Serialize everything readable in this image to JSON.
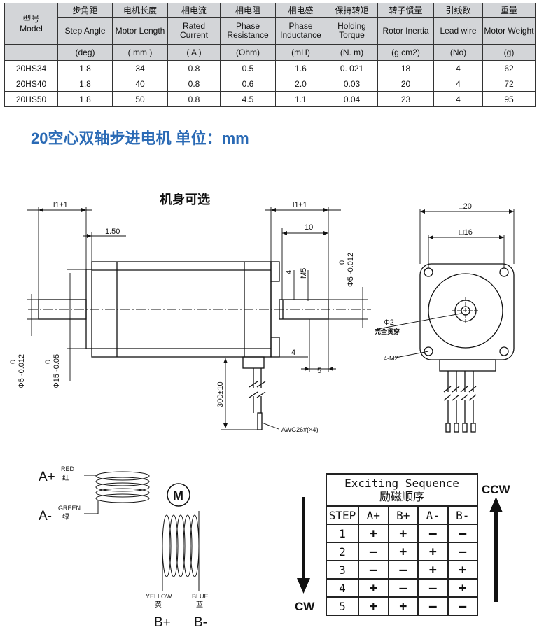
{
  "spec_table": {
    "headers": [
      {
        "cn": "型号",
        "en": "Model",
        "unit": ""
      },
      {
        "cn": "步角距",
        "en": "Step Angle",
        "unit": "(deg)"
      },
      {
        "cn": "电机长度",
        "en": "Motor Length",
        "unit": "( mm )"
      },
      {
        "cn": "相电流",
        "en": "Rated Current",
        "unit": "( A )"
      },
      {
        "cn": "相电阻",
        "en": "Phase Resistance",
        "unit": "(Ohm)"
      },
      {
        "cn": "相电感",
        "en": "Phase Inductance",
        "unit": "(mH)"
      },
      {
        "cn": "保持转矩",
        "en": "Holding Torque",
        "unit": "(N. m)"
      },
      {
        "cn": "转子惯量",
        "en": "Rotor Inertia",
        "unit": "(g.cm2)"
      },
      {
        "cn": "引线数",
        "en": "Lead wire",
        "unit": "(No)"
      },
      {
        "cn": "重量",
        "en": "Motor Weight",
        "unit": "(g)"
      }
    ],
    "rows": [
      [
        "20HS34",
        "1.8",
        "34",
        "0.8",
        "0.5",
        "1.6",
        "0. 021",
        "18",
        "4",
        "62"
      ],
      [
        "20HS40",
        "1.8",
        "40",
        "0.8",
        "0.6",
        "2.0",
        "0.03",
        "20",
        "4",
        "72"
      ],
      [
        "20HS50",
        "1.8",
        "50",
        "0.8",
        "4.5",
        "1.1",
        "0.04",
        "23",
        "4",
        "95"
      ]
    ]
  },
  "section_title": "20空心双轴步进电机  单位：mm",
  "drawing": {
    "optional_body_label": "机身可选",
    "dim_l1": "l1±1",
    "dim_l1_right": "l1±1",
    "dim_1_50": "1.50",
    "dim_10": "10",
    "dim_4_top": "4",
    "dim_m5": "M5",
    "dim_4_bottom": "4",
    "dim_5": "5",
    "dim_shaft_right": "Φ5 -0.012",
    "dim_shaft_right_zero": "0",
    "dim_shaft_left": "Φ5 -0.012",
    "dim_shaft_left_zero": "0",
    "dim_boss": "Φ15 -0.05",
    "dim_boss_zero": "0",
    "dim_lead_length": "300±10",
    "awg_label": "AWG26#(×4)",
    "dim_square_20": "□20",
    "dim_square_16": "□16",
    "hole_label": "Φ2",
    "hole_sub": "完全贯穿",
    "screw_label": "4-M2"
  },
  "wiring": {
    "a_plus": "A+",
    "a_minus": "A-",
    "red_en": "RED",
    "red_cn": "红",
    "green_en": "GREEN",
    "green_cn": "绿",
    "motor_symbol": "M",
    "yellow_en": "YELLOW",
    "yellow_cn": "黄",
    "blue_en": "BLUE",
    "blue_cn": "蓝",
    "b_plus": "B+",
    "b_minus": "B-"
  },
  "sequence": {
    "title_en": "Exciting Sequence",
    "title_cn": "励磁顺序",
    "columns": [
      "STEP",
      "A+",
      "B+",
      "A-",
      "B-"
    ],
    "rows": [
      [
        "1",
        "+",
        "+",
        "–",
        "–"
      ],
      [
        "2",
        "–",
        "+",
        "+",
        "–"
      ],
      [
        "3",
        "–",
        "–",
        "+",
        "+"
      ],
      [
        "4",
        "+",
        "–",
        "–",
        "+"
      ],
      [
        "5",
        "+",
        "+",
        "–",
        "–"
      ]
    ],
    "cw_label": "CW",
    "ccw_label": "CCW"
  }
}
